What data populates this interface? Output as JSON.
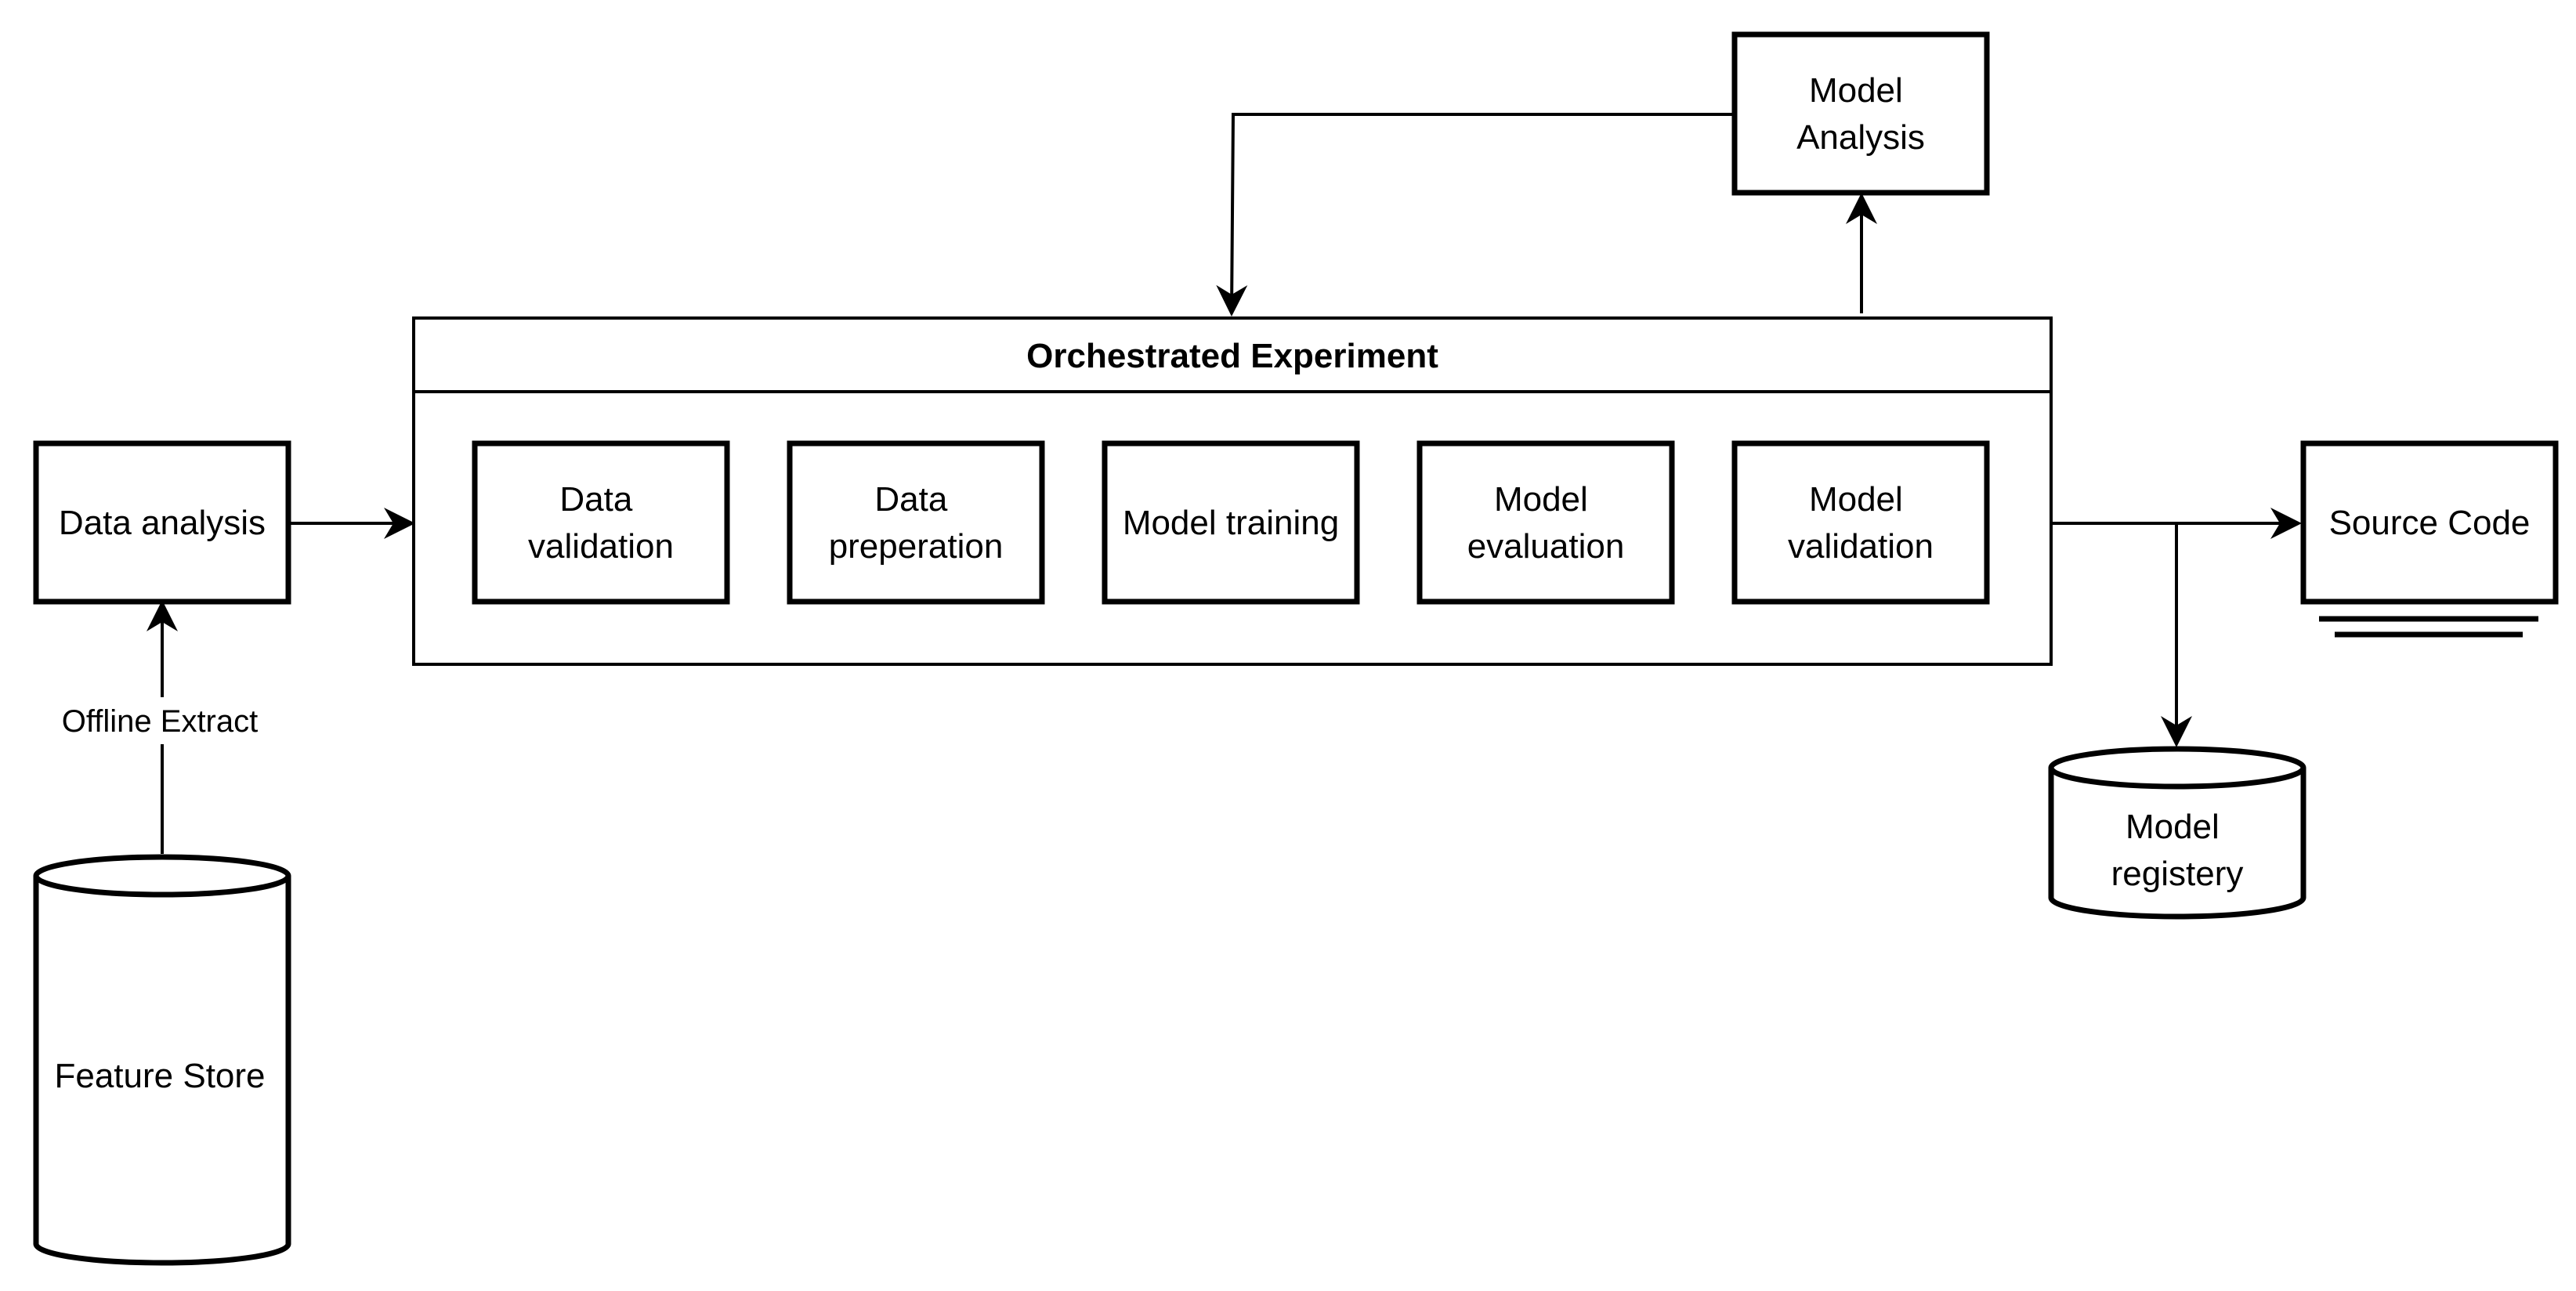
{
  "diagram": {
    "container": {
      "title": "Orchestrated Experiment"
    },
    "nodes": {
      "data_analysis": [
        "Data analysis"
      ],
      "feature_store": [
        "Feature Store"
      ],
      "data_validation": [
        "Data",
        "validation"
      ],
      "data_preparation": [
        "Data",
        "preperation"
      ],
      "model_training": [
        "Model training"
      ],
      "model_evaluation": [
        "Model",
        "evaluation"
      ],
      "model_validation": [
        "Model",
        "validation"
      ],
      "model_analysis": [
        "Model",
        "Analysis"
      ],
      "source_code": [
        "Source Code"
      ],
      "model_registry": [
        "Model",
        "registery"
      ]
    },
    "edges": {
      "offline_extract_label": "Offline Extract"
    }
  }
}
